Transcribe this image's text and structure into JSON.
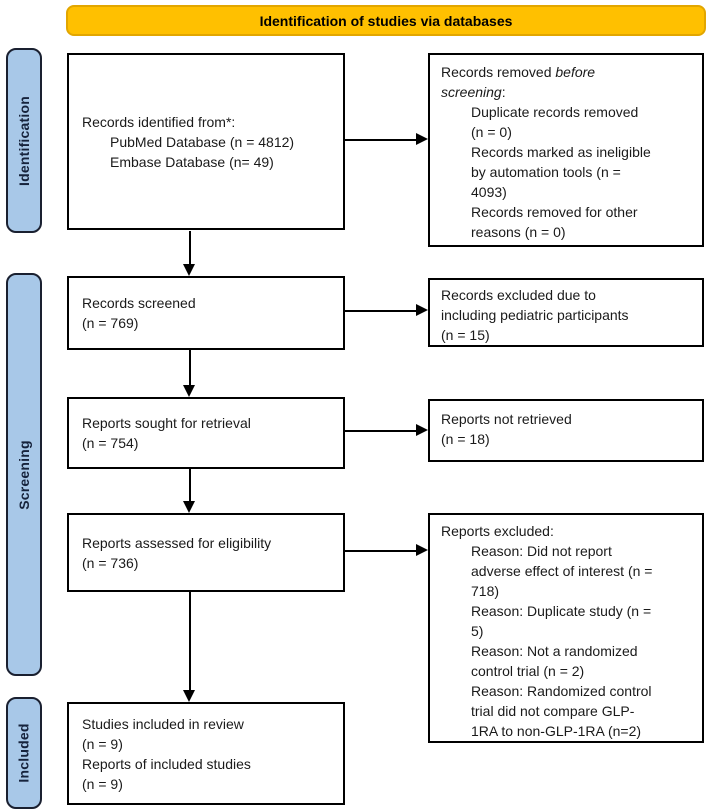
{
  "banner": {
    "title": "Identification of studies via databases"
  },
  "colors": {
    "banner_fill": "#FFC000",
    "banner_border": "#E2A600",
    "stage_fill": "#A8C8E8",
    "stage_border": "#1A2030",
    "box_border": "#000000",
    "arrow": "#000000"
  },
  "stages": [
    {
      "label": "Identification"
    },
    {
      "label": "Screening"
    },
    {
      "label": "Included"
    }
  ],
  "boxes": {
    "records_identified": {
      "title": "Records identified from*:",
      "items": [
        "PubMed Database (n = 4812)",
        "Embase Database (n= 49)"
      ]
    },
    "records_removed": {
      "title_prefix": "Records removed ",
      "title_italic": "before\nscreening",
      "title_suffix": ":",
      "items": [
        "Duplicate records removed\n(n = 0)",
        "Records marked as ineligible\nby automation tools (n =\n4093)",
        "Records removed for other\nreasons (n = 0)"
      ]
    },
    "records_screened": {
      "text": "Records screened\n(n = 769)"
    },
    "records_excluded": {
      "text": "Records excluded due to\nincluding pediatric participants\n(n = 15)"
    },
    "reports_sought": {
      "text": "Reports sought for retrieval\n(n = 754)"
    },
    "reports_not_retrieved": {
      "text": "Reports not retrieved\n(n = 18)"
    },
    "reports_assessed": {
      "text": "Reports assessed for eligibility\n(n = 736)"
    },
    "reports_excluded": {
      "title": "Reports excluded:",
      "items": [
        "Reason: Did not report\nadverse effect of interest (n =\n718)",
        "Reason: Duplicate study (n =\n5)",
        "Reason: Not a randomized\ncontrol trial (n = 2)",
        "Reason: Randomized control\ntrial did not compare GLP-\n1RA to non-GLP-1RA (n=2)"
      ]
    },
    "studies_included": {
      "text": "Studies included in review\n(n = 9)\nReports of included studies\n(n = 9)"
    }
  }
}
